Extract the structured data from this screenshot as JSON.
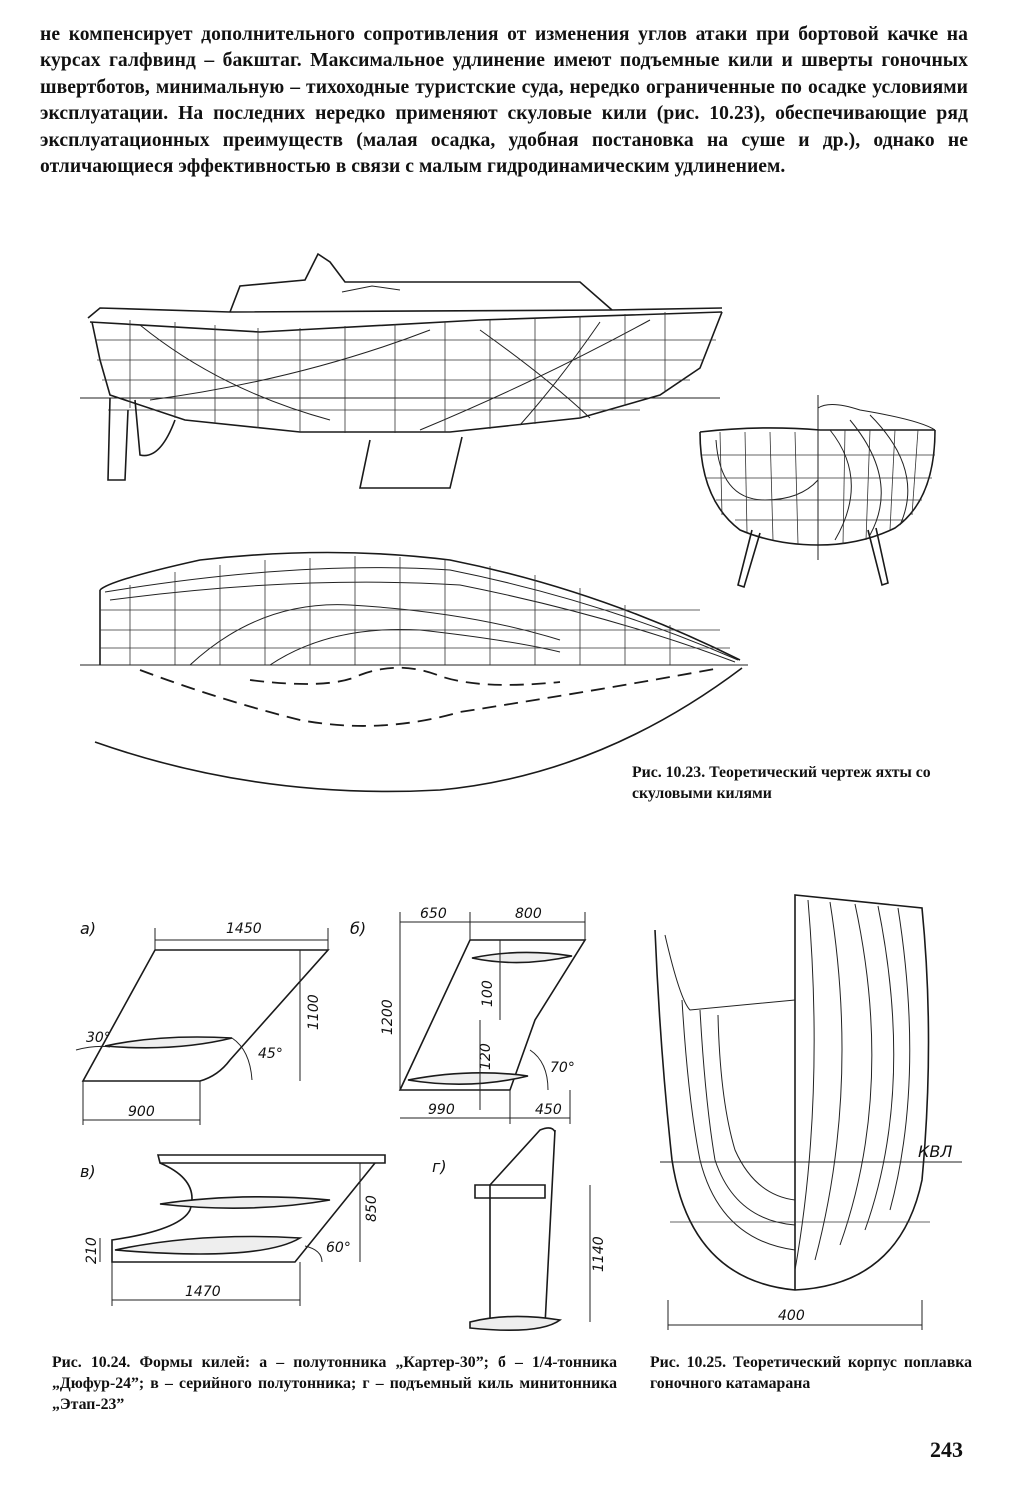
{
  "text": {
    "paragraph": "не компенсирует дополнительного сопротивления от изменения углов атаки при бортовой качке на курсах галфвинд – бакштаг. Максимальное удлинение имеют подъемные кили и шверты гоночных швертботов, минимальную – тихоходные туристские суда, нередко ограниченные по осадке условиями эксплуатации. На последних нередко применяют скуловые кили (рис. 10.23), обеспечивающие ряд эксплуатационных преимуществ (малая осадка, удобная постановка на суше и др.), однако не отличающиеся эффективностью в связи с малым гидродинамическим удлинением."
  },
  "figures": {
    "fig_10_23": {
      "caption": "Рис. 10.23. Теоретический чертеж яхты со скуловыми килями"
    },
    "fig_10_24": {
      "caption": "Рис. 10.24. Формы килей: а – полутонника „Картер-30”; б – 1/4-тонника „Дюфур-24”; в – серийного полутонника; г – подъемный киль минитонника „Этап-23”",
      "panels": {
        "a": {
          "label": "а)",
          "dim_top": "1450",
          "dim_height": "1100",
          "dim_bottom": "900",
          "angle_left": "30°",
          "angle_right": "45°"
        },
        "b": {
          "label": "б)",
          "dim_top_left": "650",
          "dim_top_right": "800",
          "dim_height": "1200",
          "dim_top_section": "100",
          "dim_bottom_section": "120",
          "dim_bottom_left": "990",
          "dim_bottom_right": "450",
          "angle": "70°"
        },
        "v": {
          "label": "в)",
          "dim_height": "850",
          "dim_root": "210",
          "dim_bottom": "1470",
          "angle": "60°"
        },
        "g": {
          "label": "г)",
          "dim_height": "1140"
        }
      }
    },
    "fig_10_25": {
      "caption": "Рис. 10.25. Теоретический корпус поплавка гоночного катамарана",
      "waterline_label": "КВЛ",
      "dim_width": "400"
    }
  },
  "page_number": "243"
}
